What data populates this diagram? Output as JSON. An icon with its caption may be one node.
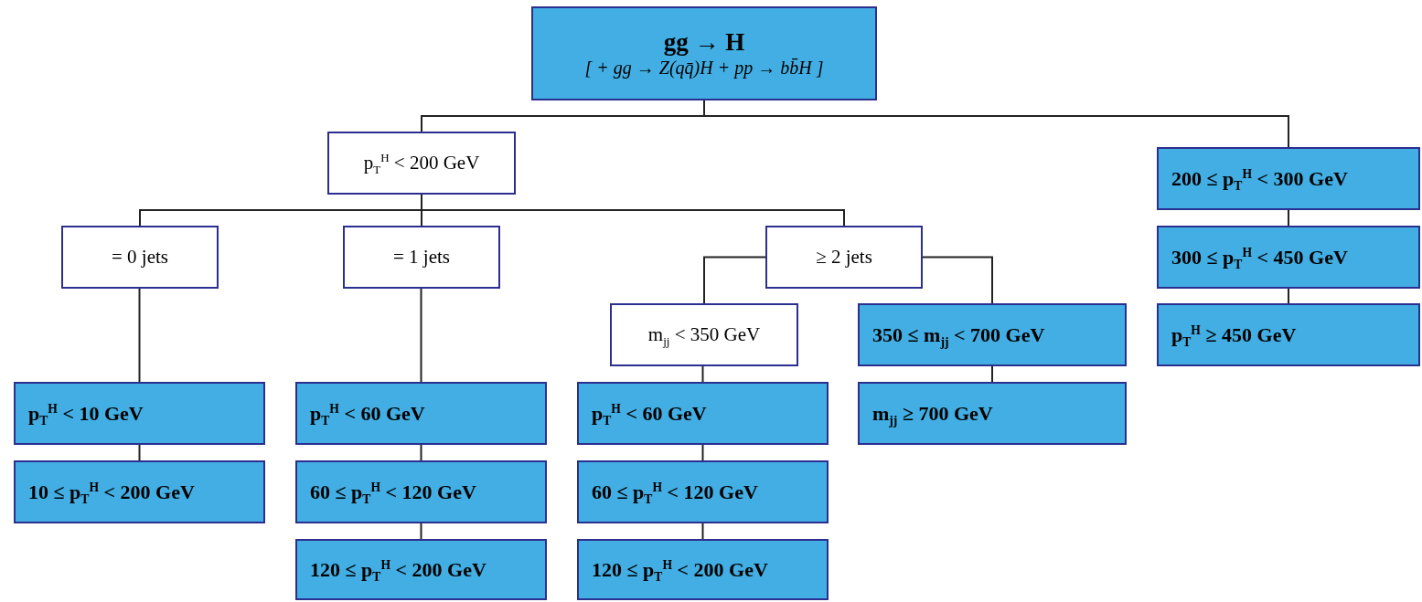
{
  "diagram": {
    "nodes": [
      {
        "text": [
          "gg → H",
          "[ + gg → Z(qq̄)H + pp → bb̄H ]"
        ]
      },
      {
        "text": [
          "p$_{T}$$^{H}$ < 200 GeV"
        ]
      },
      {
        "text": [
          "= 0 jets"
        ]
      },
      {
        "text": [
          "= 1 jets"
        ]
      },
      {
        "text": [
          "≥ 2 jets"
        ]
      },
      {
        "text": [
          "m$_{jj}$ < 350 GeV"
        ]
      },
      {
        "text": [
          "350 ≤ m$_{jj}$ < 700 GeV"
        ]
      },
      {
        "text": [
          "m$_{jj}$ ≥ 700 GeV"
        ]
      },
      {
        "text": [
          "200 ≤ p$_{T}$$^{H}$ < 300 GeV"
        ]
      },
      {
        "text": [
          "300 ≤ p$_{T}$$^{H}$ < 450 GeV"
        ]
      },
      {
        "text": [
          "p$_{T}$$^{H}$ ≥ 450 GeV"
        ]
      },
      {
        "text": [
          "p$_{T}$$^{H}$ < 10 GeV"
        ]
      },
      {
        "text": [
          "10 ≤ p$_{T}$$^{H}$ < 200 GeV"
        ]
      },
      {
        "text": [
          "p$_{T}$$^{H}$ < 60 GeV"
        ]
      },
      {
        "text": [
          "60 ≤ p$_{T}$$^{H}$ < 120 GeV"
        ]
      },
      {
        "text": [
          "120 ≤ p$_{T}$$^{H}$ < 200 GeV"
        ]
      },
      {
        "text": [
          "p$_{T}$$^{H}$ < 60 GeV"
        ]
      },
      {
        "text": [
          "60 ≤ p$_{T}$$^{H}$ < 120 GeV"
        ]
      },
      {
        "text": [
          "120 ≤ p$_{T}$$^{H}$ < 200 GeV"
        ]
      }
    ],
    "edges": [
      {
        "from": 0,
        "to": 1,
        "arrow": "none"
      },
      {
        "from": 0,
        "to": 8,
        "arrow": "none"
      },
      {
        "from": 8,
        "to": 9,
        "arrow": "none"
      },
      {
        "from": 9,
        "to": 10,
        "arrow": "none"
      },
      {
        "from": 1,
        "to": 2,
        "arrow": "none"
      },
      {
        "from": 1,
        "to": 3,
        "arrow": "none"
      },
      {
        "from": 1,
        "to": 4,
        "arrow": "none"
      },
      {
        "from": 4,
        "to": 5,
        "arrow": "none"
      },
      {
        "from": 4,
        "to": 6,
        "arrow": "none"
      },
      {
        "from": 6,
        "to": 7,
        "arrow": "none"
      },
      {
        "from": 2,
        "to": 11,
        "arrow": "none"
      },
      {
        "from": 11,
        "to": 12,
        "arrow": "none"
      },
      {
        "from": 3,
        "to": 13,
        "arrow": "none"
      },
      {
        "from": 13,
        "to": 14,
        "arrow": "none"
      },
      {
        "from": 14,
        "to": 15,
        "arrow": "none"
      },
      {
        "from": 5,
        "to": 16,
        "arrow": "none"
      },
      {
        "from": 16,
        "to": 17,
        "arrow": "none"
      },
      {
        "from": 17,
        "to": 18,
        "arrow": "none"
      }
    ]
  }
}
